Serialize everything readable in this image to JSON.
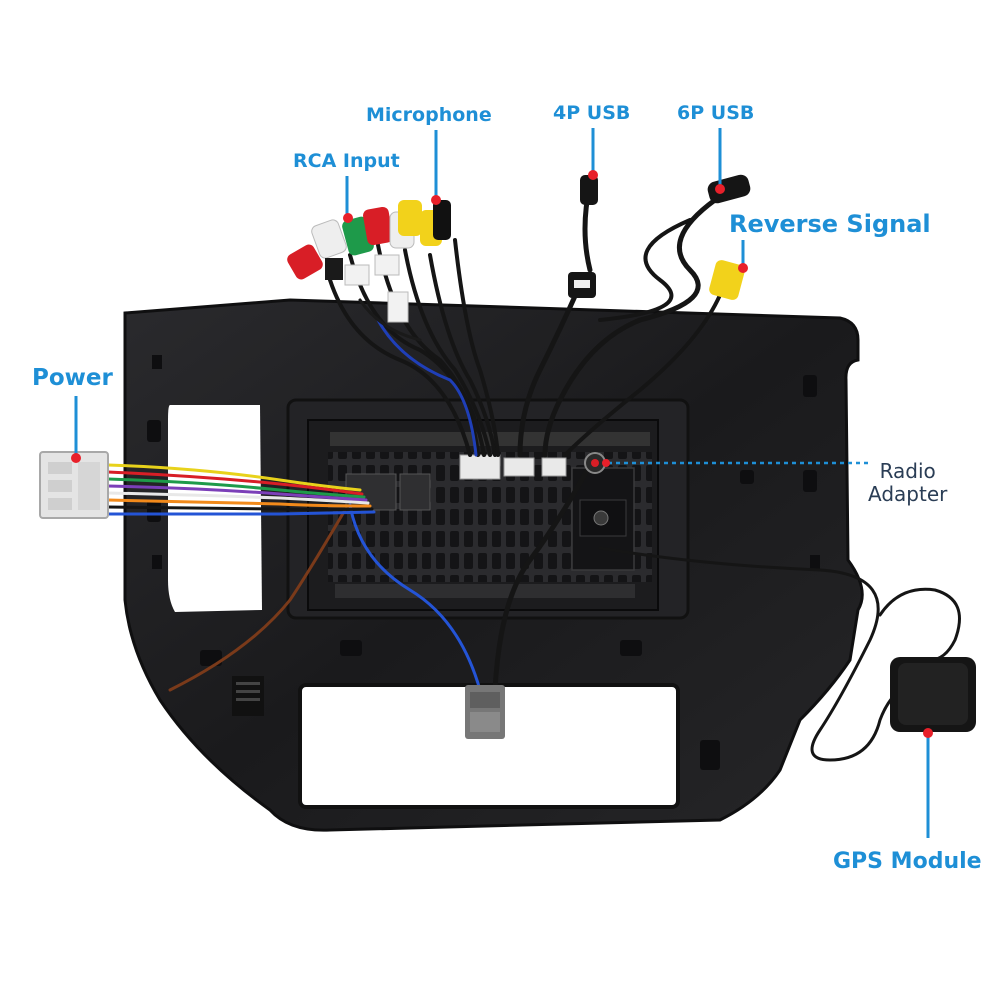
{
  "labels": {
    "microphone": "Microphone",
    "usb4p": "4P USB",
    "usb6p": "6P USB",
    "rca_input": "RCA Input",
    "reverse_signal": "Reverse Signal",
    "power": "Power",
    "radio_adapter_line1": "Radio",
    "radio_adapter_line2": "Adapter",
    "gps_module": "GPS Module"
  },
  "colors": {
    "label_blue": "#1e8fd6",
    "label_dark": "#2a3d55",
    "marker_red": "#e8202a",
    "bezel": "#1d1d1f",
    "rca_red": "#d81e26",
    "rca_white": "#eeeeee",
    "rca_yellow": "#f2d21b",
    "rca_green": "#1e9a4a"
  }
}
